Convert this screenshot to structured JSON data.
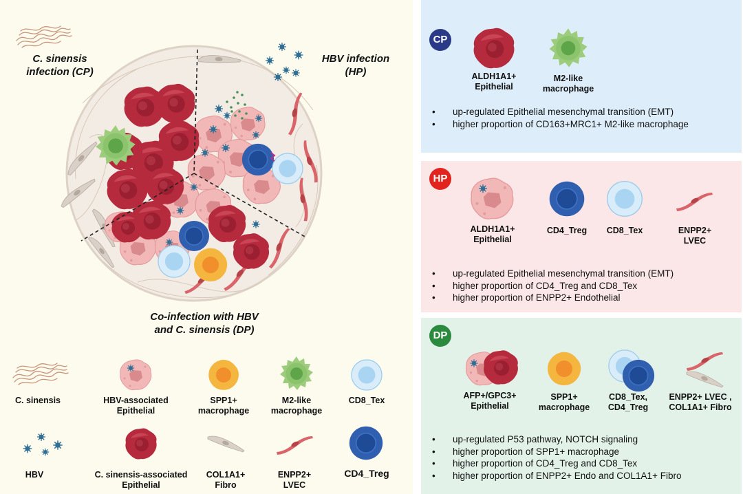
{
  "left_panel": {
    "region_labels": {
      "cp": [
        "C. sinensis",
        "infection (CP)"
      ],
      "hp": [
        "HBV infection",
        "(HP)"
      ],
      "dp": [
        "Co-infection with HBV",
        "and C. sinensis (DP)"
      ]
    },
    "legend": [
      {
        "id": "c-sinensis",
        "label": [
          "C. sinensis"
        ]
      },
      {
        "id": "hbv-epithelial",
        "label": [
          "HBV-associated",
          "Epithelial"
        ]
      },
      {
        "id": "spp1",
        "label": [
          "SPP1+",
          "macrophage"
        ]
      },
      {
        "id": "m2",
        "label": [
          "M2-like",
          "macrophage"
        ]
      },
      {
        "id": "cd8",
        "label": [
          "CD8_Tex"
        ]
      },
      {
        "id": "hbv",
        "label": [
          "HBV"
        ]
      },
      {
        "id": "cs-epithelial",
        "label": [
          "C. sinensis-associated",
          "Epithelial"
        ]
      },
      {
        "id": "col1a1",
        "label": [
          "COL1A1+",
          "Fibro"
        ]
      },
      {
        "id": "enpp2",
        "label": [
          "ENPP2+",
          "LVEC"
        ]
      },
      {
        "id": "cd4",
        "label": [
          "CD4_Treg"
        ]
      }
    ]
  },
  "panels": {
    "cp": {
      "badge": "CP",
      "badge_color": "#2a3a86",
      "cells": [
        [
          "ALDH1A1+",
          "Epithelial"
        ],
        [
          "M2-like",
          "macrophage"
        ]
      ],
      "bullets": [
        "up-regulated Epithelial mesenchymal transition (EMT)",
        "higher proportion of CD163+MRC1+ M2-like macrophage"
      ]
    },
    "hp": {
      "badge": "HP",
      "badge_color": "#e2241f",
      "cells": [
        [
          "ALDH1A1+",
          "Epithelial"
        ],
        [
          "CD4_Treg"
        ],
        [
          "CD8_Tex"
        ],
        [
          "ENPP2+",
          "LVEC"
        ]
      ],
      "bullets": [
        "up-regulated Epithelial mesenchymal transition (EMT)",
        "higher proportion of CD4_Treg and CD8_Tex",
        "higher proportion of ENPP2+ Endothelial"
      ]
    },
    "dp": {
      "badge": "DP",
      "badge_color": "#2b8a3e",
      "cells": [
        [
          "AFP+/GPC3+",
          "Epithelial"
        ],
        [
          "SPP1+",
          "macrophage"
        ],
        [
          "CD8_Tex,",
          "CD4_Treg"
        ],
        [
          "ENPP2+ LVEC ,",
          "COL1A1+ Fibro"
        ]
      ],
      "bullets": [
        "up-regulated P53 pathway, NOTCH signaling",
        "higher proportion of SPP1+ macrophage",
        "higher proportion of CD4_Treg and CD8_Tex",
        "higher proportion of ENPP2+ Endo and COL1A1+ Fibro"
      ]
    }
  },
  "colors": {
    "cs_epithelial": "#b52a3c",
    "hbv_epithelial": "#f2b8b8",
    "cd4": "#2f5fae",
    "cd8": "#bfe0f5",
    "spp1": "#f5b640",
    "m2": "#8cc46e",
    "hbv": "#2f6f96",
    "fibro": "#d9d0c7",
    "lvec": "#d9646a",
    "parasite": "#c9957a"
  }
}
